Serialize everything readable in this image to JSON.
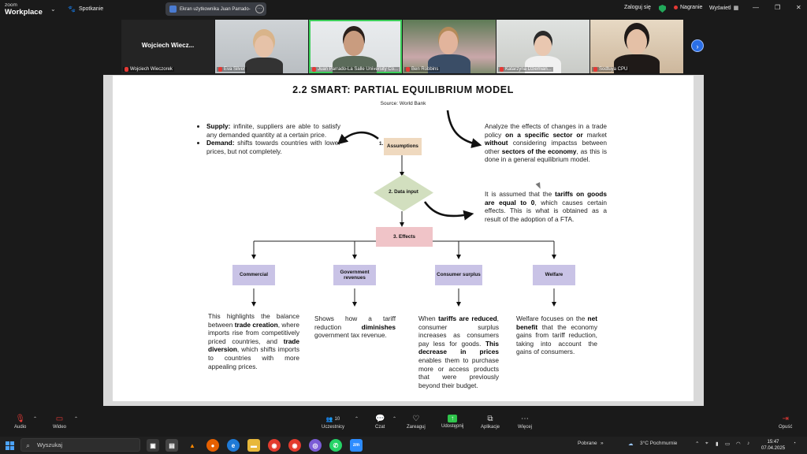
{
  "app": {
    "brand_line1": "zoom",
    "brand_line2": "Workplace",
    "meeting_label": "Spotkanie",
    "share_title": "Ekran użytkownika Juan Parrado-",
    "signin": "Zaloguj się",
    "recording": "Nagranie",
    "view": "Wyświetl",
    "colors": {
      "accent_green": "#3ccf5a",
      "record_red": "#e53935",
      "share_green": "#2fc44b",
      "strip_next_blue": "#2b6fe6"
    }
  },
  "participants": [
    {
      "name": "Wojciech Wieczorek",
      "display_short": "Wojciech Wiecz...",
      "video": false
    },
    {
      "name": "Eva Silver",
      "video": true
    },
    {
      "name": "Juan Parrado-La Salle University Co...",
      "video": true,
      "active": true
    },
    {
      "name": "Ben Robbins",
      "video": true
    },
    {
      "name": "Katarzyna Dziemian...",
      "video": true
    },
    {
      "name": "Sodtuya CPU",
      "video": true
    }
  ],
  "slide": {
    "title": "2.2 SMART: PARTIAL EQUILIBRIUM MODEL",
    "source": "Source: World Bank",
    "bullets": [
      {
        "bold": "Supply:",
        "text": " infinite, suppliers are able to satisfy any demanded quantity at a certain price."
      },
      {
        "bold": "Demand:",
        "text": " shifts towards countries with lower prices, but not completely."
      }
    ],
    "right_p1": {
      "t1": "Analyze the effects of changes in a trade policy ",
      "b1": "on a specific sector or",
      "t2": " market ",
      "b2": "without",
      "t3": " considering impactss between other ",
      "b3": "sectors of the economy",
      "t4": ", as this is done in a general equilibrium model."
    },
    "right_p2": {
      "t1": "It is assumed that the ",
      "b1": "tariffs on goods are equal to 0",
      "t2": ", which causes certain effects. This is what is obtained as a result of the adoption of a FTA."
    },
    "flow": {
      "assumptions_num": "1.",
      "assumptions": "Assumptions",
      "data_input": "2. Data input",
      "effects": "3. Effects"
    },
    "effects": [
      {
        "label": "Commercial"
      },
      {
        "label": "Government revenues"
      },
      {
        "label": "Consumer surplus"
      },
      {
        "label": "Welfare"
      }
    ],
    "desc_commercial": {
      "t1": "This highlights the balance between ",
      "b1": "trade creation",
      "t2": ", where imports rise from competitively priced countries, and ",
      "b2": "trade diversion",
      "t3": ", which shifts imports to countries with more appealing prices."
    },
    "desc_gov": {
      "t1": "Shows how a tariff reduction ",
      "b1": "diminishes",
      "t2": " government tax revenue."
    },
    "desc_consumer": {
      "t1": "When ",
      "b1": "tariffs are reduced",
      "t2": ", consumer surplus increases as consumers pay less for goods. ",
      "b2": "This decrease in prices",
      "t3": " enables them to purchase more or access products that were previously beyond their budget."
    },
    "desc_welfare": {
      "t1": "Welfare focuses on the ",
      "b1": "net benefit",
      "t2": " that the economy gains from tariff reduction, taking into account the gains of consumers."
    }
  },
  "toolbar": {
    "audio": "Audio",
    "video": "Wideo",
    "participants_count": "10",
    "participants": "Uczestnicy",
    "chat": "Czat",
    "react": "Zareaguj",
    "share": "Udostępnij",
    "apps": "Aplikacje",
    "more": "Więcej",
    "leave": "Opuść"
  },
  "taskbar": {
    "search_placeholder": "Wyszukaj",
    "downloads": "Pobrane",
    "weather": "3°C Pochmurnie",
    "time": "15:47",
    "date": "07.04.2025"
  }
}
